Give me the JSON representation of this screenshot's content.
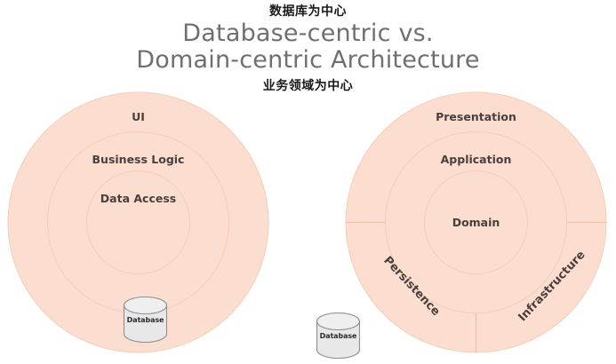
{
  "title": {
    "line1": "Database-centric vs.",
    "line2": "Domain-centric Architecture",
    "annotation_top": "数据库为中心",
    "annotation_bottom": "业务领域为中心",
    "text_color": "#6f6f6f",
    "annotation_color": "#1a1a1a"
  },
  "palette": {
    "ring_fill": "#fbded0",
    "ring_stroke": "#f6cdb8",
    "divider": "#f3c4ab",
    "label_text": "#4a3f3c",
    "cylinder_fill": "#e8e8e8",
    "cylinder_stroke": "#8f8f8f"
  },
  "diagrams": [
    {
      "id": "database-centric",
      "name": "Database-centric Architecture",
      "rings": [
        {
          "label": "UI",
          "level": 1
        },
        {
          "label": "Business Logic",
          "level": 2
        },
        {
          "label": "Data Access",
          "level": 3
        }
      ],
      "center_icon": {
        "type": "database-cylinder",
        "label": "Database"
      }
    },
    {
      "id": "domain-centric",
      "name": "Domain-centric Architecture",
      "rings": [
        {
          "label": "Presentation",
          "level": 1
        },
        {
          "label": "Application",
          "level": 2
        },
        {
          "label": "Domain",
          "level": 3
        }
      ],
      "sectors": [
        {
          "label": "Persistence",
          "position": "bottom-left",
          "rotation": 47
        },
        {
          "label": "Infrastructure",
          "position": "bottom-right",
          "rotation": -47
        }
      ],
      "external_icon": {
        "type": "database-cylinder",
        "label": "Database"
      }
    }
  ]
}
